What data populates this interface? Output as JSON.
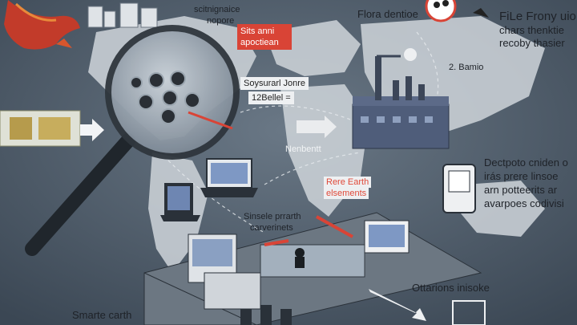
{
  "labels": {
    "top_caption_1": "scitnignaice",
    "top_caption_2": "nopore",
    "red_tag_1": "Sits anni apoctiean",
    "top_center_right": "Flora dentioe",
    "top_right_title": "FiLe Frony uio",
    "top_right_line_2": "chars thenktie",
    "top_right_line_3": "recoby thasier",
    "mid_left_label": "Soysurarl Jonre",
    "mid_left_sublabel": "12Bellel =",
    "top_right_num": "2. Bamio",
    "mid_center_label": "Nenbentt",
    "right_block_1": "Dectpoto cniden o",
    "right_block_2": "irás prere linsoe",
    "right_block_3": "arn potteerits ar",
    "right_block_4": "avarpoes codivisi",
    "red_earth_1": "Rere Earth",
    "red_earth_2": "elsements",
    "center_label_1": "Sinsele prrarth",
    "center_label_2": "carverinets",
    "bottom_right_label": "Ottarions inisoke",
    "bottom_left_label": "Smarte carth"
  },
  "colors": {
    "ocean": "#4a5866",
    "land": "#cfd5da",
    "accent_red": "#d94436",
    "factory": "#4f5d7a",
    "text_dark": "#1e2228"
  },
  "icons": [
    "dragon-icon",
    "magnifier-icon",
    "chip-icon",
    "arrow-right-icon",
    "factory-icon",
    "laptop-icon",
    "smartphone-icon",
    "workbench-icon"
  ]
}
